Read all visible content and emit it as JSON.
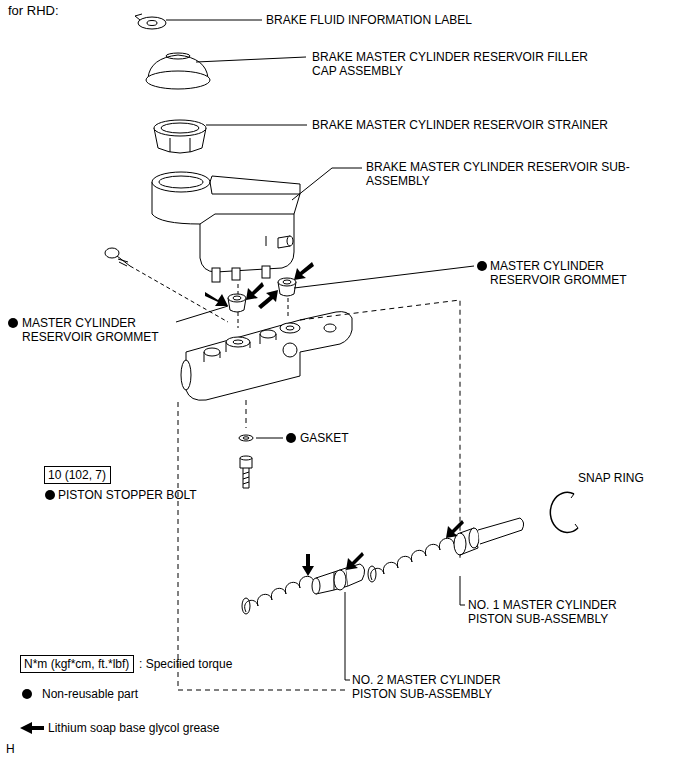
{
  "diagram": {
    "title": "for RHD:",
    "nodes": [
      {
        "text": [
          "10 (102, 7)"
        ]
      },
      {
        "text": [
          "N*m (kgf*cm, ft.*lbf)"
        ]
      }
    ],
    "labels": [
      "BRAKE FLUID INFORMATION LABEL",
      "BRAKE MASTER CYLINDER RESERVOIR FILLER CAP ASSEMBLY",
      "BRAKE MASTER CYLINDER RESERVOIR STRAINER",
      "BRAKE MASTER CYLINDER RESERVOIR SUB-ASSEMBLY",
      "MASTER CYLINDER RESERVOIR GROMMET",
      "MASTER CYLINDER RESERVOIR GROMMET",
      "GASKET",
      "PISTON STOPPER BOLT",
      "SNAP RING",
      "NO. 1 MASTER CYLINDER PISTON SUB-ASSEMBLY",
      "NO. 2 MASTER CYLINDER PISTON SUB-ASSEMBLY",
      "H"
    ],
    "legend": [
      {
        "text": ": Specified torque"
      },
      {
        "text": "Non-reusable part"
      },
      {
        "text": "Lithium soap base glycol grease"
      }
    ]
  }
}
